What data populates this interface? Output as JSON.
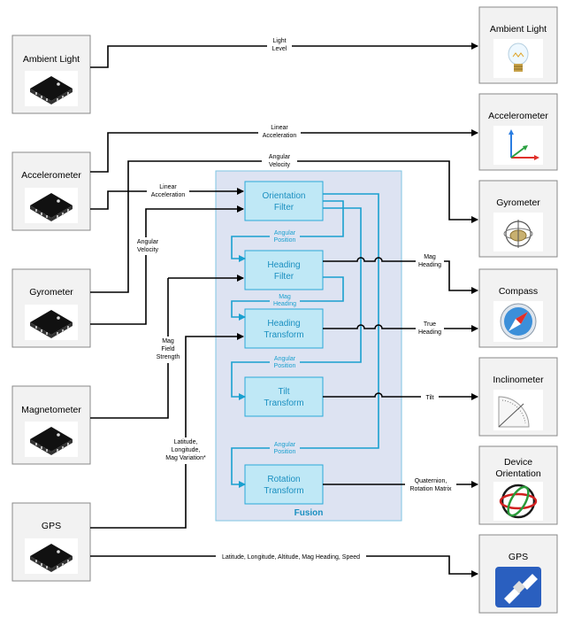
{
  "inputs": {
    "ambient_light": "Ambient Light",
    "accelerometer": "Accelerometer",
    "gyrometer": "Gyrometer",
    "magnetometer": "Magnetometer",
    "gps": "GPS"
  },
  "outputs": {
    "ambient_light": "Ambient Light",
    "accelerometer": "Accelerometer",
    "gyrometer": "Gyrometer",
    "compass": "Compass",
    "inclinometer": "Inclinometer",
    "device_orientation_1": "Device",
    "device_orientation_2": "Orientation",
    "gps": "GPS"
  },
  "fusion": {
    "title": "Fusion",
    "orientation_filter": [
      "Orientation",
      "Filter"
    ],
    "heading_filter": [
      "Heading",
      "Filter"
    ],
    "heading_transform": [
      "Heading",
      "Transform"
    ],
    "tilt_transform": [
      "Tilt",
      "Transform"
    ],
    "rotation_transform": [
      "Rotation",
      "Transform"
    ],
    "angular_position": [
      "Angular",
      "Position"
    ],
    "mag_heading": [
      "Mag",
      "Heading"
    ]
  },
  "labels": {
    "light_level": [
      "Light",
      "Level"
    ],
    "linear_acceleration": [
      "Linear",
      "Acceleration"
    ],
    "angular_velocity": [
      "Angular",
      "Velocity"
    ],
    "mag_field_strength": [
      "Mag",
      "Field",
      "Strength"
    ],
    "lat_long_magvar": [
      "Latitude,",
      "Longitude,",
      "Mag Variation*"
    ],
    "mag_heading_out": [
      "Mag",
      "Heading"
    ],
    "true_heading": [
      "True",
      "Heading"
    ],
    "tilt": "Tilt",
    "quaternion": [
      "Quaternion,",
      "Rotation Matrix"
    ],
    "gps_out": "Latitude, Longitude, Altitude, Mag Heading, Speed"
  }
}
